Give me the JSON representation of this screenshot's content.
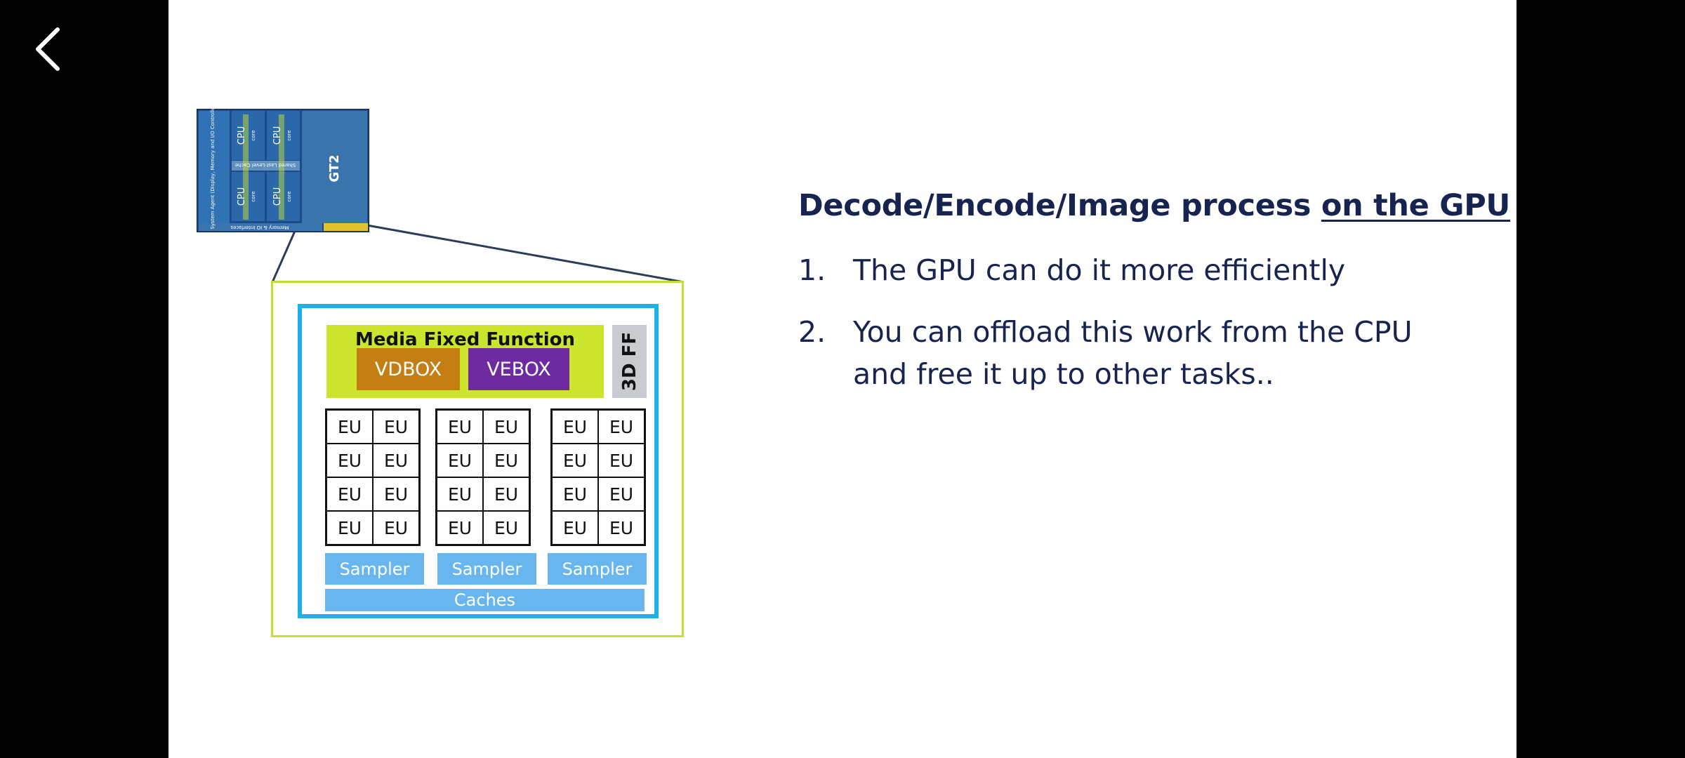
{
  "nav": {
    "back_icon": "chevron-left-icon"
  },
  "slide": {
    "heading": {
      "plain": "Decode/Encode/Image process ",
      "underlined": "on the GPU"
    },
    "points": [
      {
        "num": "1.",
        "text": "The GPU can do it more efficiently"
      },
      {
        "num": "2.",
        "text": "You can offload this work from the CPU and free it up to other tasks.."
      }
    ]
  },
  "chip_die": {
    "cpu_core_label": "CPU",
    "core_sub_label": "core",
    "gpu_label": "GT2",
    "system_agent_label": "System Agent (Display, Memory and I/O Controllers)",
    "cache_label": "Shared Last-Level Cache",
    "io_label": "Memory & IO Interfaces"
  },
  "gpu_diagram": {
    "media_fixed_function": "Media Fixed Function",
    "vdbox": "VDBOX",
    "vebox": "VEBOX",
    "ff3d": "3D FF",
    "eu_label": "EU",
    "samplers": [
      "Sampler",
      "Sampler",
      "Sampler"
    ],
    "caches": "Caches"
  },
  "colors": {
    "text_navy": "#17244f",
    "frame_lime": "#c4dd2f",
    "frame_cyan": "#1eb1e6",
    "vdbox": "#c47e11",
    "vebox": "#6e2ba1",
    "sampler": "#69b6ee",
    "ff3d": "#c8ccd0"
  }
}
